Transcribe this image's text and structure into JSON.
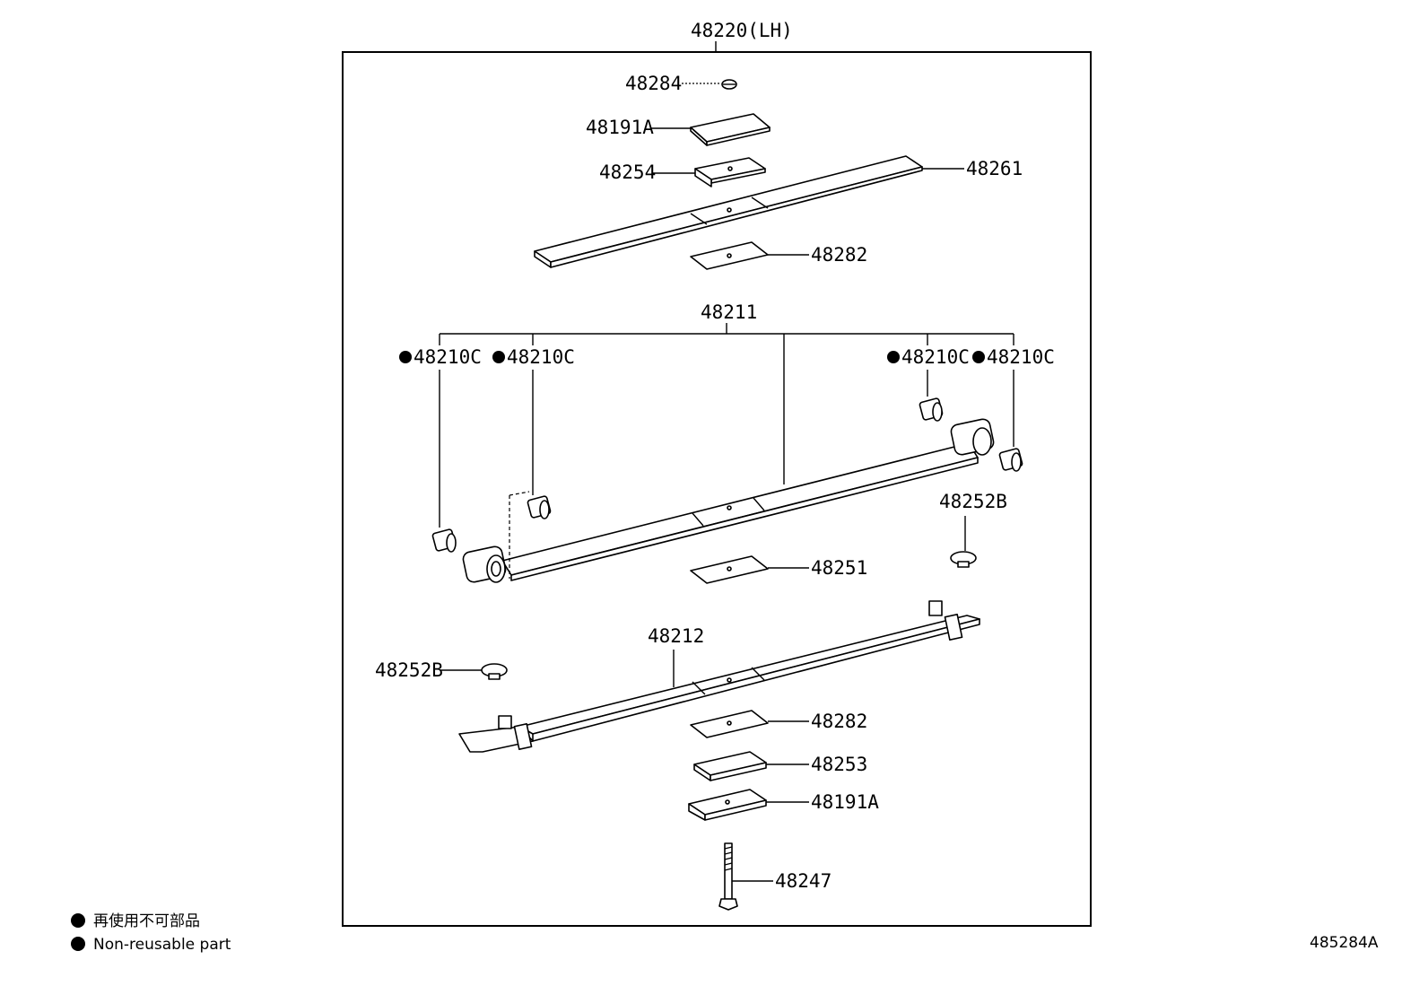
{
  "assembly_label": "48220(LH)",
  "callouts": {
    "c48284": "48284",
    "c48191A_top": "48191A",
    "c48254": "48254",
    "c48261": "48261",
    "c48282_top": "48282",
    "c48211": "48211",
    "c48210C_1": "48210C",
    "c48210C_2": "48210C",
    "c48210C_3": "48210C",
    "c48210C_4": "48210C",
    "c48252B_right": "48252B",
    "c48251": "48251",
    "c48212": "48212",
    "c48252B_left": "48252B",
    "c48282_bottom": "48282",
    "c48253": "48253",
    "c48191A_bottom": "48191A",
    "c48247": "48247"
  },
  "legend": {
    "japanese": "再使用不可部品",
    "english": "Non-reusable part"
  },
  "figure_code": "485284A"
}
